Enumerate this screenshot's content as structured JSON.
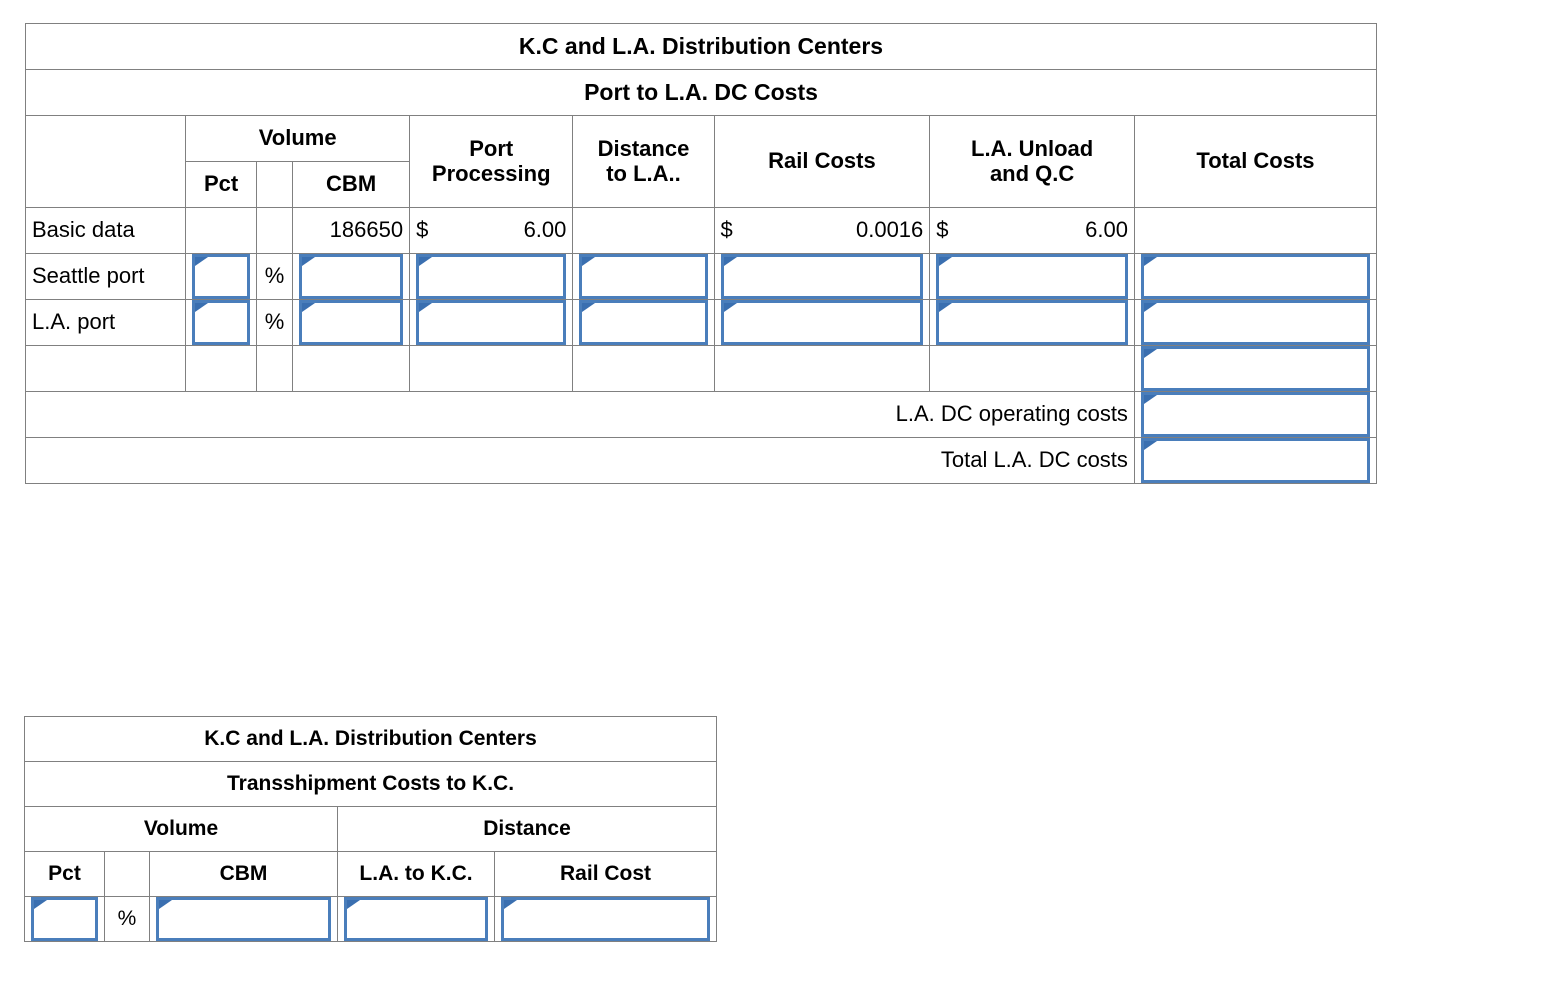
{
  "table1": {
    "title": "K.C and L.A. Distribution Centers",
    "subtitle": "Port to L.A. DC Costs",
    "headers": {
      "volume": "Volume",
      "pct": "Pct",
      "pct_sym": "",
      "cbm": "CBM",
      "port_processing": "Port Processing",
      "port_processing_l1": "Port",
      "port_processing_l2": "Processing",
      "distance_to_la": "Distance to L.A..",
      "distance_to_la_l1": "Distance",
      "distance_to_la_l2": "to L.A..",
      "rail_costs": "Rail Costs",
      "la_unload": "L.A. Unload and Q.C",
      "la_unload_l1": "L.A. Unload",
      "la_unload_l2": "and Q.C",
      "total_costs": "Total Costs"
    },
    "rows": {
      "basic_data": {
        "label": "Basic data",
        "pct": "",
        "pct_sym": "",
        "cbm": "186650",
        "port_processing_sym": "$",
        "port_processing_val": "6.00",
        "distance": "",
        "rail_sym": "$",
        "rail_val": "0.0016",
        "unload_sym": "$",
        "unload_val": "6.00",
        "total": ""
      },
      "seattle_port": {
        "label": "Seattle port",
        "pct": "",
        "pct_sym": "%",
        "cbm": "",
        "port_processing": "",
        "distance": "",
        "rail": "",
        "unload": "",
        "total": ""
      },
      "la_port": {
        "label": "L.A. port",
        "pct": "",
        "pct_sym": "%",
        "cbm": "",
        "port_processing": "",
        "distance": "",
        "rail": "",
        "unload": "",
        "total": ""
      },
      "blank_row": {
        "label": "",
        "pct": "",
        "pct_sym": "",
        "cbm": "",
        "port_processing": "",
        "distance": "",
        "rail": "",
        "unload": "",
        "total": ""
      },
      "operating_costs": {
        "label": "L.A. DC operating costs",
        "value": ""
      },
      "total_costs_row": {
        "label": "Total L.A. DC costs",
        "value": ""
      }
    }
  },
  "table2": {
    "title": "K.C and L.A. Distribution Centers",
    "subtitle": "Transshipment Costs to K.C.",
    "headers": {
      "volume": "Volume",
      "distance": "Distance",
      "pct": "Pct",
      "pct_sym": "",
      "cbm": "CBM",
      "la_to_kc": "L.A. to K.C.",
      "rail_cost": "Rail Cost"
    },
    "rows": {
      "entry": {
        "pct": "",
        "pct_sym": "%",
        "cbm": "",
        "la_to_kc": "",
        "rail_cost": ""
      }
    }
  },
  "colors": {
    "header_blue": "#7BACE3",
    "input_border_blue": "#4A7EBB",
    "grid_gray": "#808080",
    "flag_blue": "#3A6FB0"
  }
}
